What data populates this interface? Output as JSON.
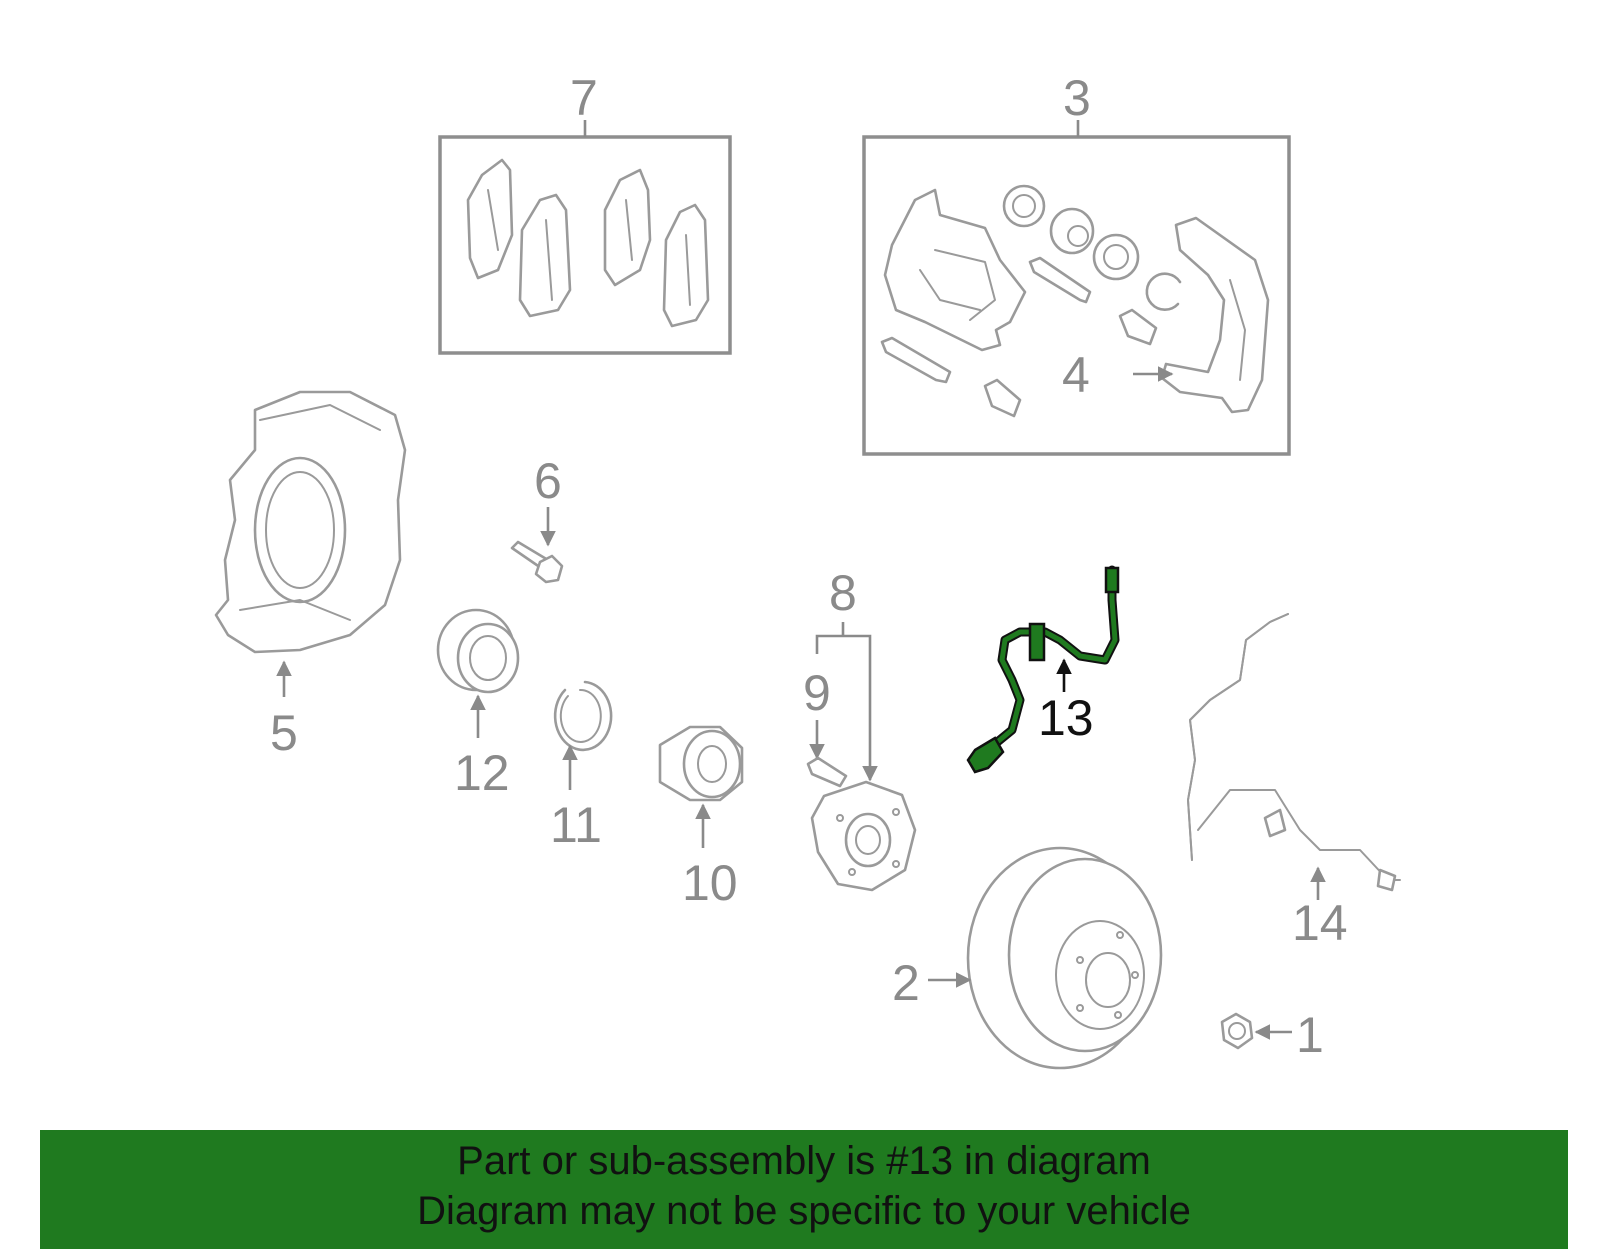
{
  "diagram": {
    "highlight_color": "#1f7a1f",
    "highlighted_part": "13",
    "callouts": [
      {
        "id": "p1",
        "label": "1"
      },
      {
        "id": "p2",
        "label": "2"
      },
      {
        "id": "p3",
        "label": "3"
      },
      {
        "id": "p4",
        "label": "4"
      },
      {
        "id": "p5",
        "label": "5"
      },
      {
        "id": "p6",
        "label": "6"
      },
      {
        "id": "p7",
        "label": "7"
      },
      {
        "id": "p8",
        "label": "8"
      },
      {
        "id": "p9",
        "label": "9"
      },
      {
        "id": "p10",
        "label": "10"
      },
      {
        "id": "p11",
        "label": "11"
      },
      {
        "id": "p12",
        "label": "12"
      },
      {
        "id": "p13",
        "label": "13"
      },
      {
        "id": "p14",
        "label": "14"
      }
    ]
  },
  "banner": {
    "line1": "Part or sub-assembly is #13 in diagram",
    "line2": "Diagram may not be specific to your vehicle",
    "background": "#1f7a1f"
  }
}
